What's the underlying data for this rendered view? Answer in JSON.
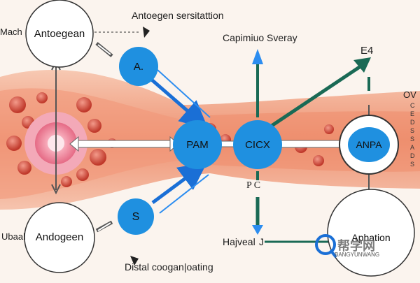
{
  "labels": {
    "top_left_edge": "Mach",
    "node_top_left": "Antoegean",
    "top_center_title": "Antoegen sersitattion",
    "top_right_title": "Capimiuo Sveray",
    "top_right_tag": "E4",
    "node_a": "A.",
    "node_pam": "PAM",
    "node_cicx": "CICX",
    "node_anpa": "ANPA",
    "node_s": "S",
    "pc_label": "P  C",
    "bottom_left_edge": "Ubaal",
    "node_bottom_left": "Andogeen",
    "bottom_center_left": "Hajveal",
    "bottom_center_right": "J",
    "node_bottom_right": "Aphation",
    "bottom_caption": "Distal coogan|oating",
    "right_edge_top": "OV",
    "right_edge_letters": [
      "C",
      "E",
      "D",
      "S",
      "S",
      "A",
      "D",
      "S"
    ],
    "watermark_cn": "帮学网",
    "watermark_en": "BANGYUNWANG"
  },
  "colors": {
    "blue_node": "#1f90e0",
    "arrow_blue": "#1a6fd6",
    "arrow_teal": "#1a6a55",
    "tissue": "#f2a488",
    "background": "#fbf4ee"
  }
}
